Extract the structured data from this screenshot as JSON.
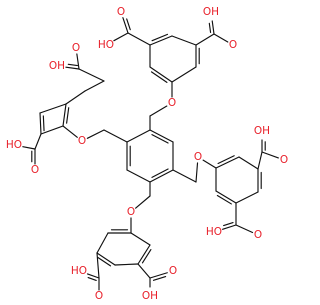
{
  "structure": {
    "atom_labels": {
      "hydroxyl": "OH",
      "ho_left": "HO",
      "oxygen": "O"
    },
    "colors": {
      "bond": "#111111",
      "oxygen": "#e8202a",
      "background": "#ffffff"
    }
  }
}
